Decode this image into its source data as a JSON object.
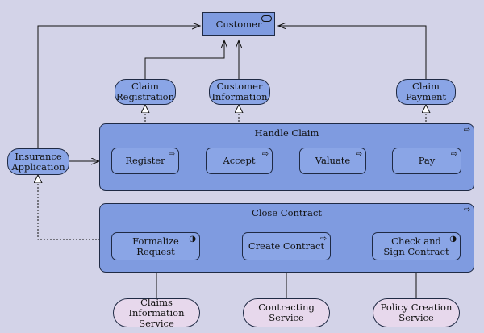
{
  "nodes": {
    "customer": "Customer",
    "claim_registration": "Claim\nRegistration",
    "customer_information": "Customer\nInformation",
    "claim_payment": "Claim\nPayment",
    "insurance_application": "Insurance\nApplication",
    "handle_claim": "Handle Claim",
    "register": "Register",
    "accept": "Accept",
    "valuate": "Valuate",
    "pay": "Pay",
    "close_contract": "Close Contract",
    "formalize_request": "Formalize\nRequest",
    "create_contract": "Create Contract",
    "check_and_sign_contract": "Check and\nSign Contract",
    "claims_information_service": "Claims Information\nService",
    "contracting_service": "Contracting\nService",
    "policy_creation_service": "Policy Creation\nService"
  },
  "icons": {
    "process": "process-arrow-icon",
    "interaction": "interaction-icon",
    "actor": "business-actor-icon"
  },
  "colors": {
    "background": "#d3d3e8",
    "element_fill": "#8aa5e6",
    "container_fill": "#7f9be0",
    "service_fill": "#e7d8ec",
    "line": "#1f2a44"
  }
}
